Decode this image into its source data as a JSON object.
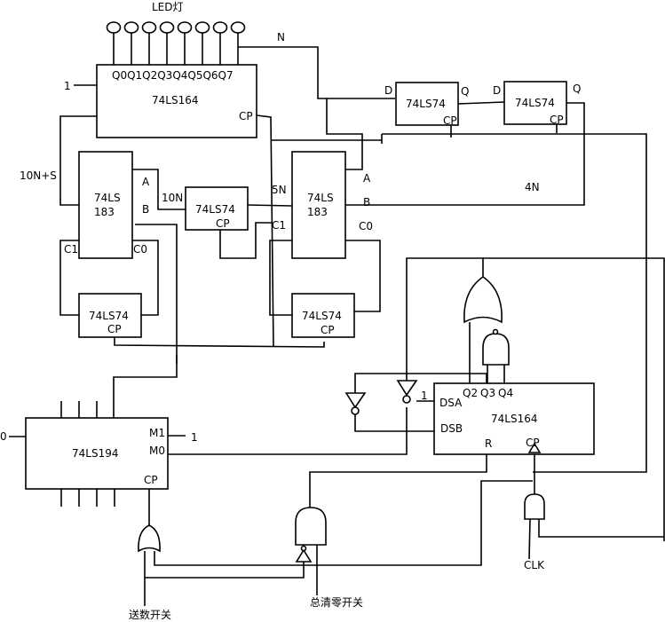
{
  "labels": {
    "led_title": "LED灯",
    "n": "N",
    "one_left": "1",
    "q_outputs": "Q0Q1Q2Q3Q4Q5Q6Q7",
    "chip_164_top": "74LS164",
    "cp": "CP",
    "d": "D",
    "q": "Q",
    "chip_74": "74LS74",
    "ten_n_s": "10N+S",
    "chip_183_a": "74LS",
    "chip_183_b": "183",
    "a": "A",
    "b": "B",
    "ten_n": "10N",
    "five_n": "5N",
    "four_n": "4N",
    "c1": "C1",
    "c0": "C0",
    "one_dsa": "1",
    "dsa": "DSA",
    "dsb": "DSB",
    "q2": "Q2",
    "q3": "Q3",
    "q4": "Q4",
    "r": "R",
    "chip_164_bottom": "74LS164",
    "zero": "0",
    "m1": "M1",
    "m0": "M0",
    "one_m1": "1",
    "chip_194": "74LS194",
    "clk": "CLK",
    "send_switch": "送数开关",
    "reset_switch": "总清零开关"
  }
}
